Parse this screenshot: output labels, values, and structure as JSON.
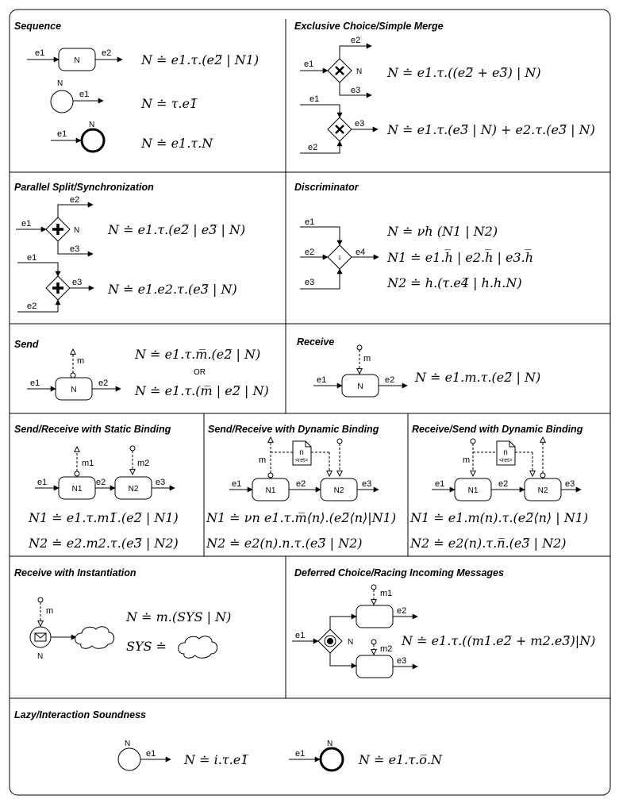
{
  "panels": {
    "sequence": {
      "title": "Sequence",
      "e1": "e1",
      "e2": "e2",
      "n": "N",
      "f1": "N ≐ e1.τ.(e2̅ | N1)",
      "f2": "N ≐ τ.e1̅",
      "f3": "N ≐ e1.τ.N"
    },
    "exclusive": {
      "title": "Exclusive Choice/Simple Merge",
      "e1": "e1",
      "e2": "e2",
      "e3": "e3",
      "n": "N",
      "f1": "N ≐ e1.τ.((e2̅ + e3̅) | N)",
      "f2": "N ≐ e1.τ.(e3̅ | N) + e2.τ.(e3̅ | N)"
    },
    "parallel": {
      "title": "Parallel Split/Synchronization",
      "e1": "e1",
      "e2": "e2",
      "e3": "e3",
      "n": "N",
      "f1": "N ≐ e1.τ.(e2̅ | e3̅ | N)",
      "f2": "N ≐ e1.e2.τ.(e3̅ | N)"
    },
    "discriminator": {
      "title": "Discriminator",
      "e1": "e1",
      "e2": "e2",
      "e3": "e3",
      "e4": "e4",
      "one": "1",
      "f1": "N ≐ νh (N1 | N2)",
      "f2": "N1 ≐ e1.h̅ | e2.h̅ | e3.h̅",
      "f3": "N2 ≐ h.(τ.e4̅ | h.h.N)"
    },
    "send": {
      "title": "Send",
      "m": "m",
      "e1": "e1",
      "e2": "e2",
      "n": "N",
      "f1": "N ≐ e1.τ.m̅.(e2̅ | N)",
      "or": "OR",
      "f2": "N ≐ e1.τ.(m̅ | e2̅ | N)"
    },
    "receive": {
      "title": "Receive",
      "m": "m",
      "e1": "e1",
      "e2": "e2",
      "n": "N",
      "f1": "N ≐ e1.m.τ.(e2̅ | N)"
    },
    "static": {
      "title": "Send/Receive with Static Binding",
      "m1": "m1",
      "m2": "m2",
      "e1": "e1",
      "e2": "e2",
      "e3": "e3",
      "n1": "N1",
      "n2": "N2",
      "f1": "N1 ≐ e1.τ.m1̅.(e2̅ | N1)",
      "f2": "N2 ≐ e2.m2.τ.(e3̅ | N2)"
    },
    "dynamic": {
      "title": "Send/Receive with Dynamic Binding",
      "m": "m",
      "n": "n",
      "ret": "<ret>",
      "e1": "e1",
      "e2": "e2",
      "e3": "e3",
      "n1": "N1",
      "n2": "N2",
      "f1": "N1 ≐ νn e1.τ.m̅⟨n⟩.(e2̅⟨n⟩|N1)",
      "f2": "N2 ≐ e2(n).n.τ.(e3̅ | N2)"
    },
    "recsend": {
      "title": "Receive/Send with Dynamic Binding",
      "m": "m",
      "n": "n",
      "ret": "<ret>",
      "e1": "e1",
      "e2": "e2",
      "e3": "e3",
      "n1": "N1",
      "n2": "N2",
      "f1": "N1 ≐ e1.m(n).τ.(e2̅⟨n⟩ | N1)",
      "f2": "N2 ≐ e2(n).τ.n̅.(e3̅ | N2)"
    },
    "instantiation": {
      "title": "Receive with Instantiation",
      "m": "m",
      "n": "N",
      "f1": "N ≐ m.(SYS | N)",
      "f2": "SYS ≐"
    },
    "deferred": {
      "title": "Deferred Choice/Racing Incoming Messages",
      "m1": "m1",
      "m2": "m2",
      "e1": "e1",
      "e2": "e2",
      "e3": "e3",
      "n": "N",
      "f1": "N ≐ e1.τ.((m1.e2̅ + m2.e3̅)|N)"
    },
    "lazy": {
      "title": "Lazy/Interaction Soundness",
      "n": "N",
      "e1": "e1",
      "f1": "N ≐ i.τ.e1̅",
      "f2": "N ≐ e1.τ.o̅.N"
    }
  }
}
